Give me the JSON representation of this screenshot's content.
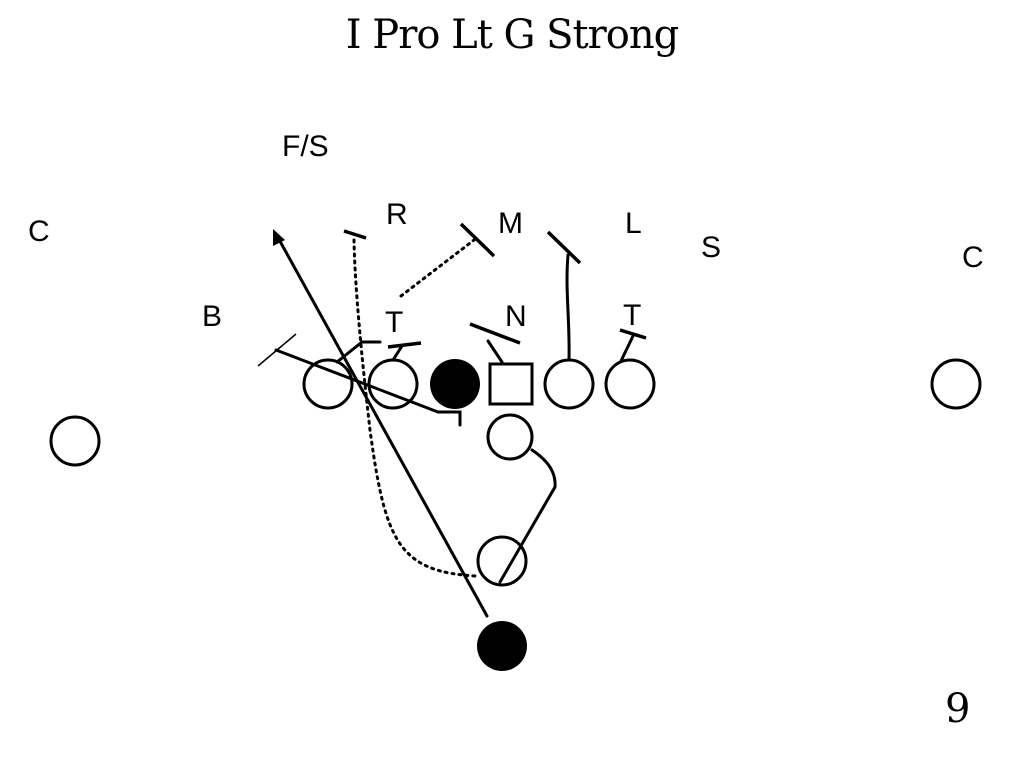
{
  "slide": {
    "title": "I Pro Lt G Strong",
    "number": "9"
  },
  "defense_labels": {
    "free_safety": "F/S",
    "corner_left": "C",
    "corner_right": "C",
    "rover": "R",
    "mike": "M",
    "lb_l": "L",
    "strong_safety": "S",
    "backer": "B",
    "tackle_left": "T",
    "nose": "N",
    "tackle_right": "T"
  },
  "colors": {
    "ink": "#000000",
    "paper": "#ffffff"
  }
}
